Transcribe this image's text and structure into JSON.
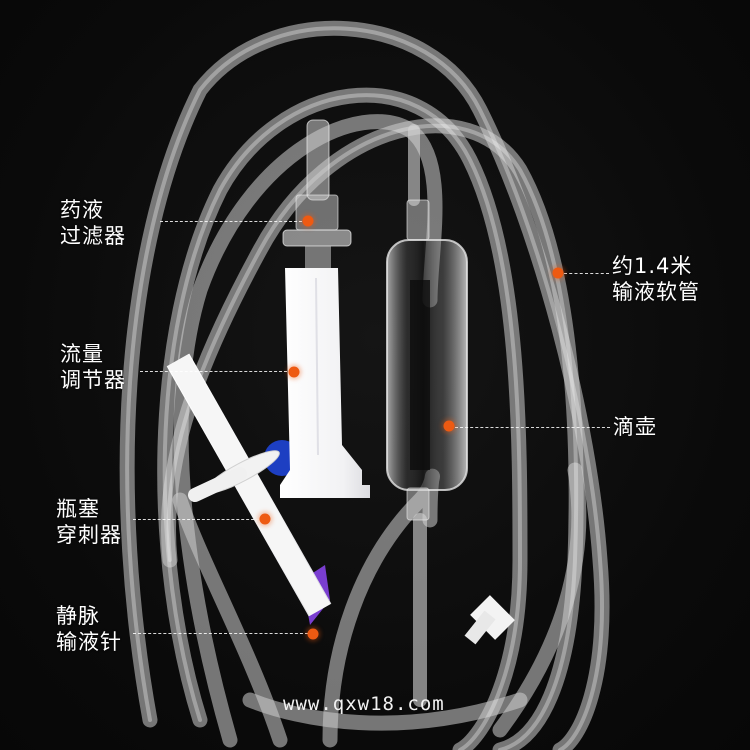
{
  "image": {
    "description": "IV infusion set product photo on black background with component callouts",
    "background_color": "#0b0b0b",
    "accent_color": "#ee5a12",
    "label_color": "#ffffff"
  },
  "callouts": [
    {
      "id": "filter",
      "line1": "药液",
      "line2": "过滤器",
      "meaning": "Drug liquid filter"
    },
    {
      "id": "tubing",
      "line1": "约1.4米",
      "line2": "输液软管",
      "meaning": "Approx. 1.4 m infusion soft tubing"
    },
    {
      "id": "regulator",
      "line1": "流量",
      "line2": "调节器",
      "meaning": "Flow regulator"
    },
    {
      "id": "drip_chamber",
      "line1": "滴壶",
      "line2": "",
      "meaning": "Drip chamber"
    },
    {
      "id": "spike",
      "line1": "瓶塞",
      "line2": "穿刺器",
      "meaning": "Bottle stopper spike"
    },
    {
      "id": "needle",
      "line1": "静脉",
      "line2": "输液针",
      "meaning": "Intravenous infusion needle"
    }
  ],
  "watermark": "www.qxw18.com"
}
